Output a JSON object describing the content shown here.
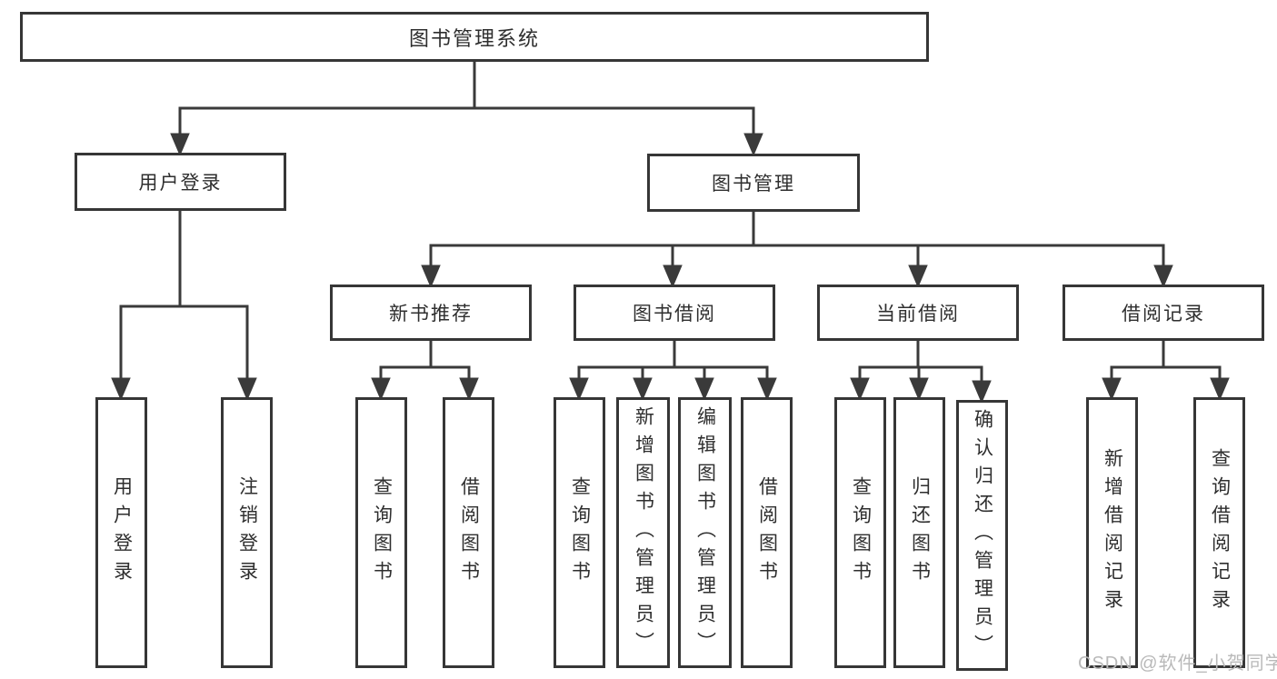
{
  "diagram": {
    "type": "tree",
    "title": "图书管理系统"
  },
  "nodes": {
    "root": {
      "label": "图书管理系统"
    },
    "user_login": {
      "label": "用户登录"
    },
    "book_mgmt": {
      "label": "图书管理"
    },
    "new_book_rec": {
      "label": "新书推荐"
    },
    "book_borrow": {
      "label": "图书借阅"
    },
    "current_borrow": {
      "label": "当前借阅"
    },
    "borrow_records": {
      "label": "借阅记录"
    },
    "leaf_user_login": {
      "label": "用户登录"
    },
    "leaf_logout": {
      "label": "注销登录"
    },
    "nb_query_books": {
      "label": "查询图书"
    },
    "nb_borrow_books": {
      "label": "借阅图书"
    },
    "bb_query_books": {
      "label": "查询图书"
    },
    "bb_add_books": {
      "label": "新增图书（管理员）"
    },
    "bb_edit_books": {
      "label": "编辑图书（管理员）"
    },
    "bb_borrow_books": {
      "label": "借阅图书"
    },
    "cb_query_books": {
      "label": "查询图书"
    },
    "cb_return_books": {
      "label": "归还图书"
    },
    "cb_confirm_return": {
      "label": "确认归还（管理员）"
    },
    "br_add_record": {
      "label": "新增借阅记录"
    },
    "br_query_record": {
      "label": "查询借阅记录"
    }
  },
  "hierarchy": {
    "图书管理系统": {
      "用户登录": [
        "用户登录",
        "注销登录"
      ],
      "图书管理": {
        "新书推荐": [
          "查询图书",
          "借阅图书"
        ],
        "图书借阅": [
          "查询图书",
          "新增图书（管理员）",
          "编辑图书（管理员）",
          "借阅图书"
        ],
        "当前借阅": [
          "查询图书",
          "归还图书",
          "确认归还（管理员）"
        ],
        "借阅记录": [
          "新增借阅记录",
          "查询借阅记录"
        ]
      }
    }
  },
  "watermark": {
    "text": "CSDN @软件_小贺同学"
  },
  "colors": {
    "line": "#3a3a3a",
    "border": "#363636",
    "text": "#2e2e2e",
    "watermark_text": "#b9b9b9",
    "background": "#ffffff"
  }
}
